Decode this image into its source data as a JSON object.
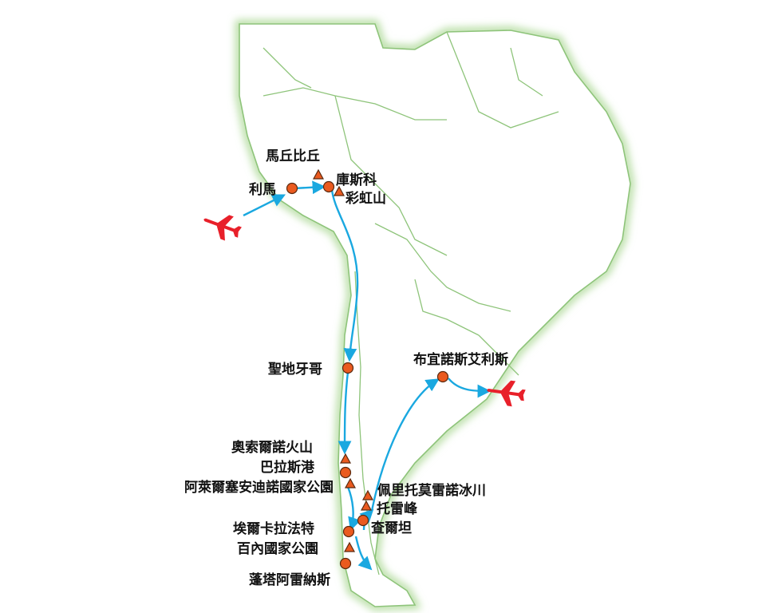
{
  "colors": {
    "land": "#ffffff",
    "coast_glow": "#b6dda2",
    "border": "#8ec47a",
    "route": "#1aa8e0",
    "city": "#ea5a1f",
    "site": "#ea5a1f",
    "plane": "#e8202a"
  },
  "icons": {
    "arrival": "airplane-icon",
    "departure": "airplane-icon",
    "city_marker": "circle-marker",
    "site_marker": "triangle-marker"
  },
  "places": {
    "machu_picchu": "馬丘比丘",
    "lima": "利馬",
    "cusco": "庫斯科",
    "rainbow_mountain": "彩虹山",
    "santiago": "聖地牙哥",
    "buenos_aires": "布宜諾斯艾利斯",
    "osorno_volcano": "奧索爾諾火山",
    "puerto_varas": "巴拉斯港",
    "alerce_andino": "阿萊爾塞安迪諾國家公園",
    "perito_moreno": "佩里托莫雷諾冰川",
    "fitz_roy": "托雷峰",
    "el_chalten": "查爾坦",
    "el_calafate": "埃爾卡拉法特",
    "torres_del_paine": "百內國家公園",
    "punta_arenas": "蓬塔阿雷納斯"
  }
}
